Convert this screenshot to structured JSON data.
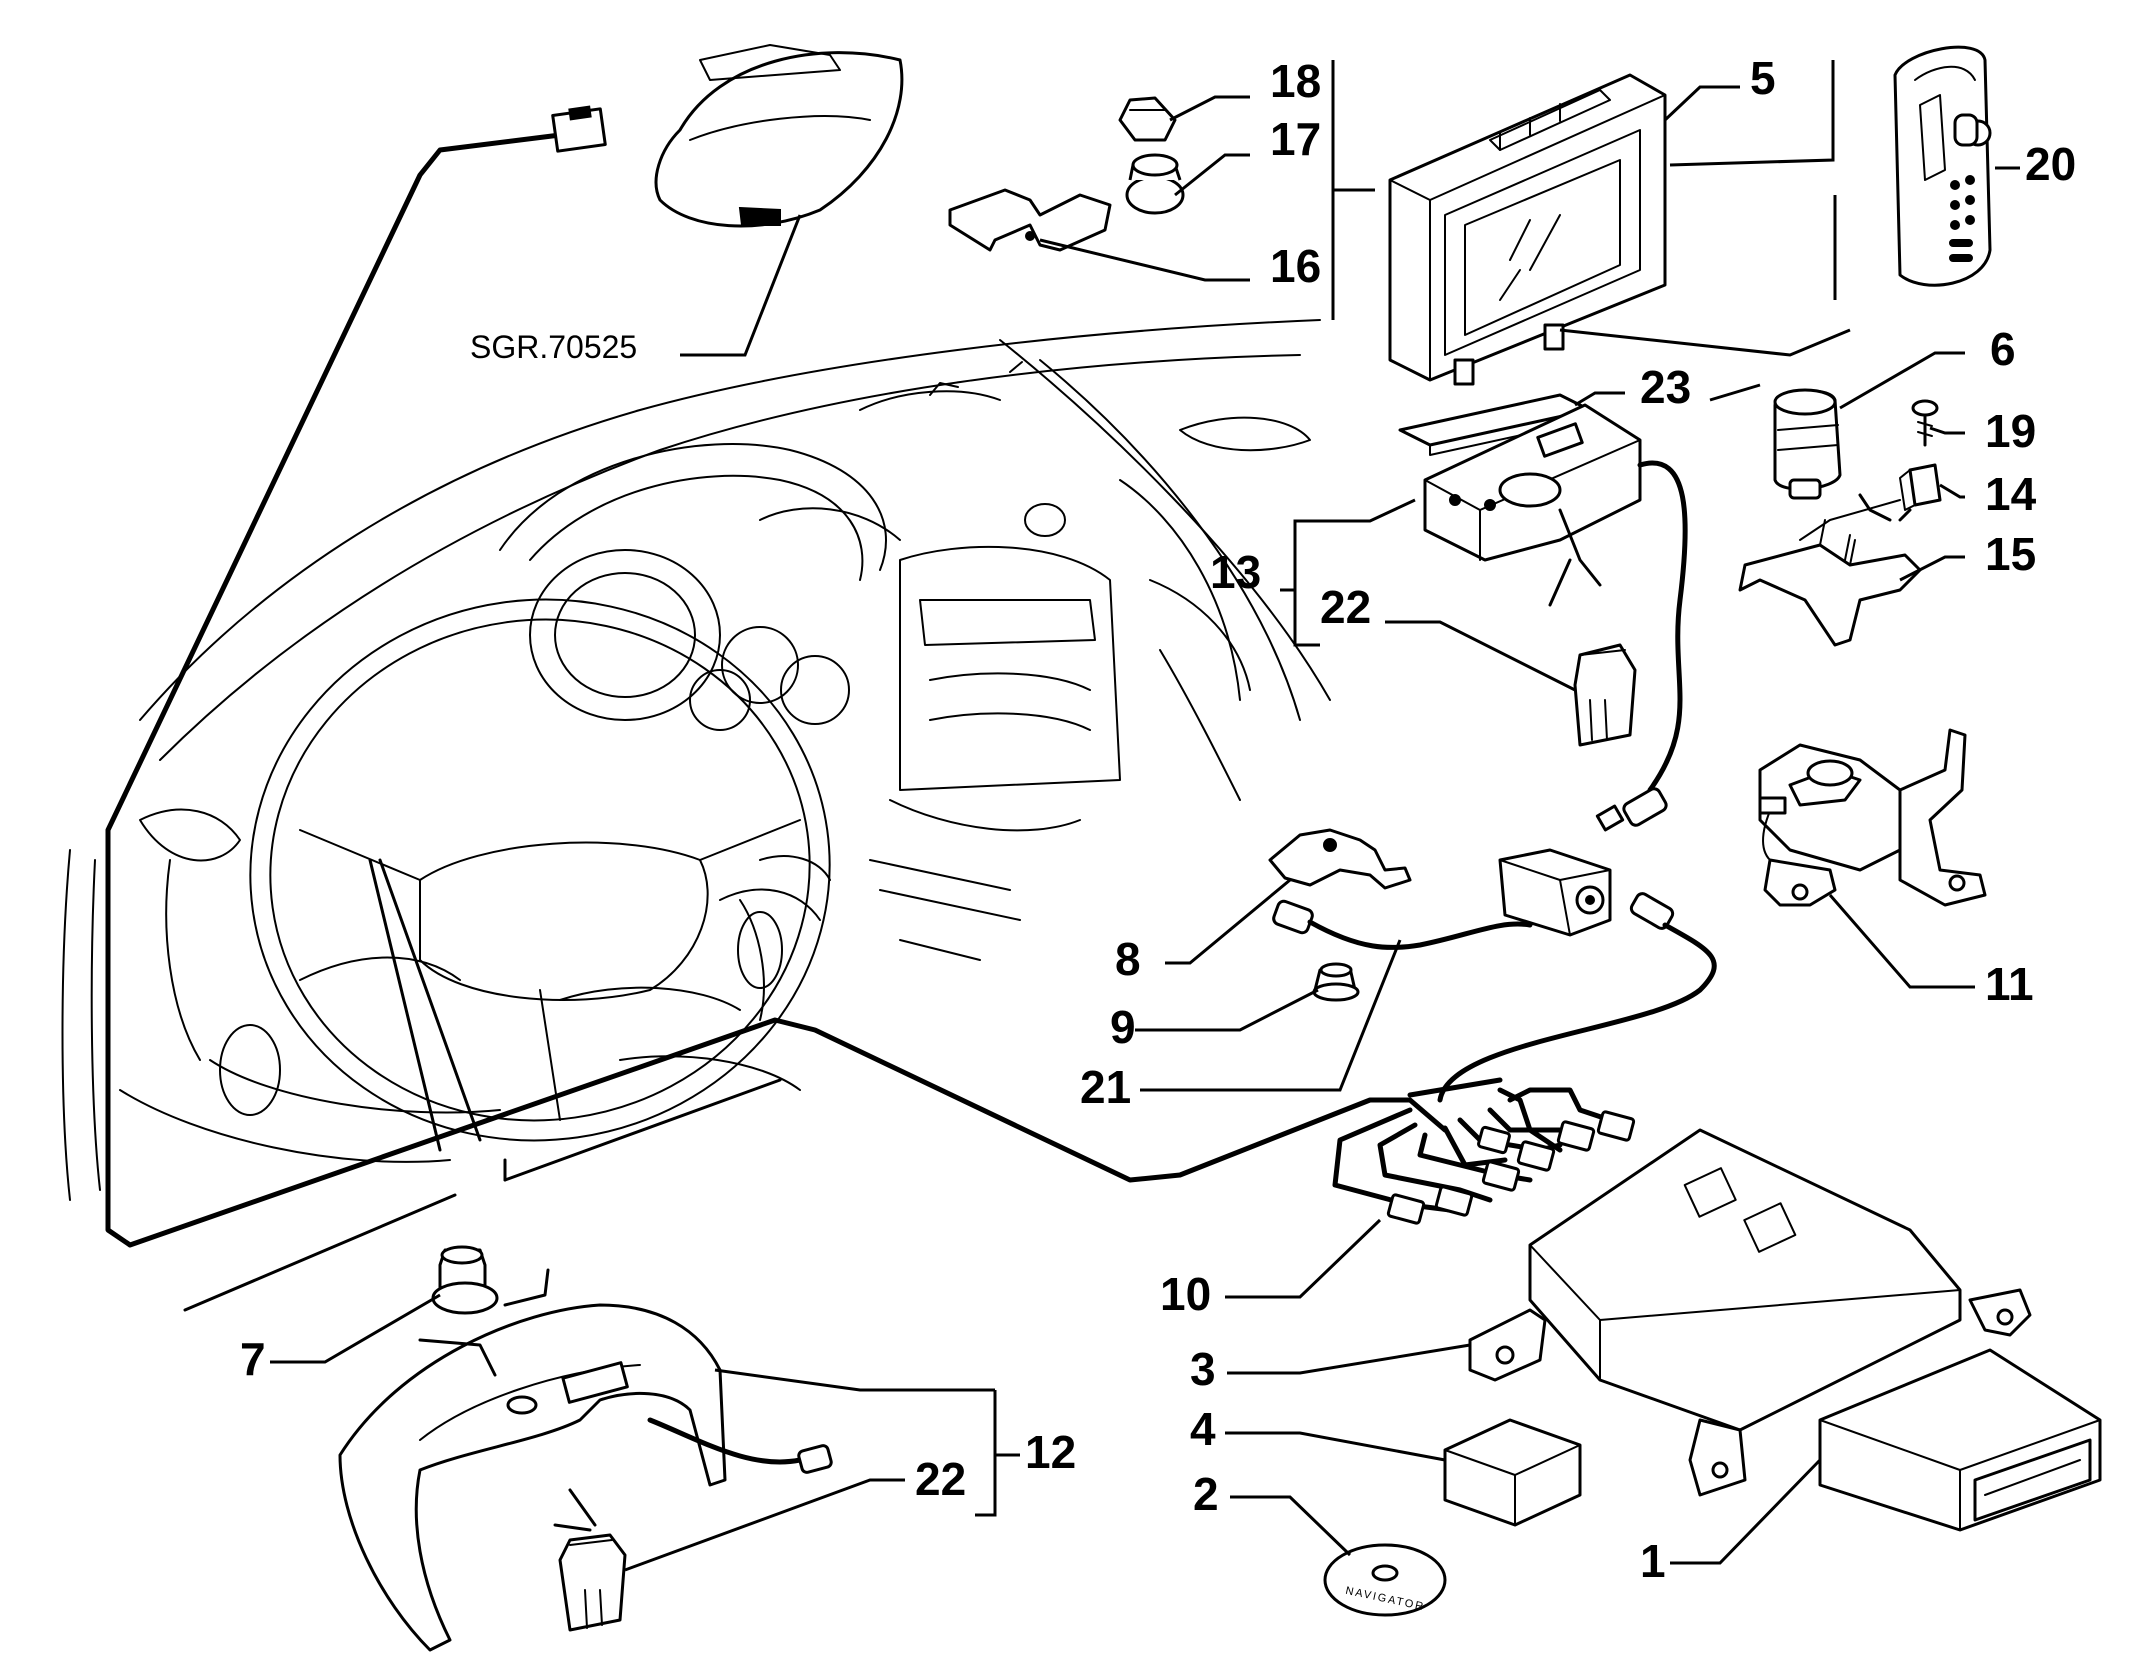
{
  "reference_code": "SGR.70525",
  "cd_label": "NAVIGATOR",
  "callouts": {
    "p1": "1",
    "p2": "2",
    "p3": "3",
    "p4": "4",
    "p5": "5",
    "p6": "6",
    "p7": "7",
    "p8": "8",
    "p9": "9",
    "p10": "10",
    "p11": "11",
    "p12": "12",
    "p13": "13",
    "p14": "14",
    "p15": "15",
    "p16": "16",
    "p17": "17",
    "p18": "18",
    "p19": "19",
    "p20": "20",
    "p21": "21",
    "p22a": "22",
    "p22b": "22",
    "p23": "23"
  }
}
